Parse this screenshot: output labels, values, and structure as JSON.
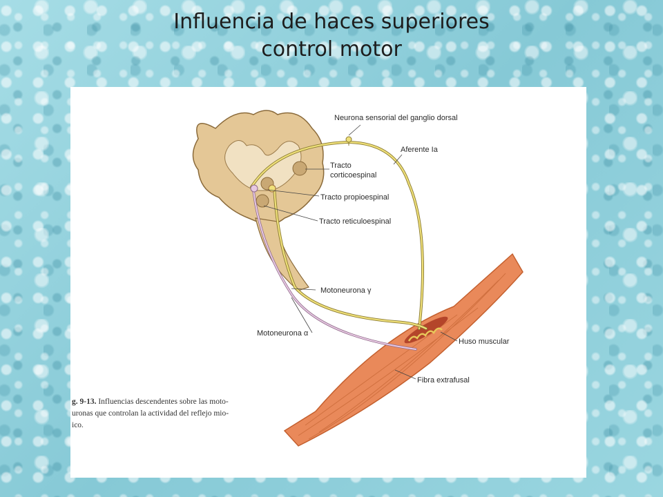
{
  "slide": {
    "title_line1": "Influencia de haces superiores",
    "title_line2": "control motor"
  },
  "figure": {
    "labels": {
      "sensory_neuron": "Neurona sensorial del ganglio dorsal",
      "afferent": "Aferente Ia",
      "corticospinal_1": "Tracto",
      "corticospinal_2": "corticoespinal",
      "propiospinal": "Tracto propioespinal",
      "reticulospinal": "Tracto reticuloespinal",
      "gamma_motoneuron": "Motoneurona γ",
      "alpha_motoneuron": "Motoneurona α",
      "muscle_spindle": "Huso muscular",
      "extrafusal_fiber": "Fibra extrafusal"
    },
    "caption": {
      "fig_number": "g. 9-13.",
      "line1_rest": " Influencias descendentes sobre las moto-",
      "line2": "uronas que controlan la actividad del reflejo mio-",
      "line3": "ico."
    }
  }
}
